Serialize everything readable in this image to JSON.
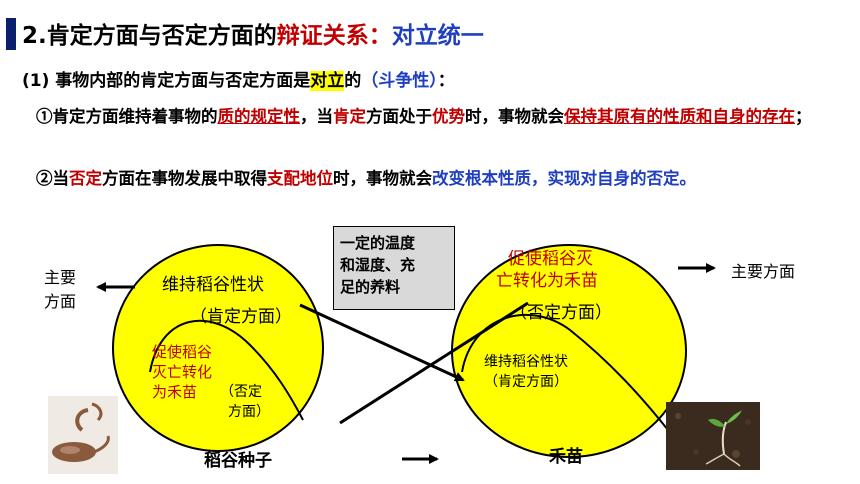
{
  "heading": {
    "number": "2.",
    "part1": "肯定方面与否定方面的",
    "part2": "辩证关系：",
    "part3": "对立统一"
  },
  "subheading": {
    "prefix": "(1) 事物内部的肯定方面与否定方面是",
    "highlight": "对立",
    "mid": "的",
    "paren": "（斗争性）",
    "colon": "："
  },
  "point1": {
    "a": "①肯定方面维持着事物的",
    "b": "质的规定性",
    "c": "，当",
    "d": "肯定",
    "e": "方面处于",
    "f": "优势",
    "g": "时，事物就会",
    "h": "保持其原有的性质和自身的存在",
    "i": "；"
  },
  "point2": {
    "a": "②当",
    "b": "否定",
    "c": "方面在事物发展中取得",
    "d": "支配地位",
    "e": "时，事物就会",
    "f": "改变根本性质，实现对自身的否定。"
  },
  "diagram": {
    "left_outer_label_line1": "主要",
    "left_outer_label_line2": "方面",
    "left_circle_top_line1": "维持稻谷性状",
    "left_circle_top_line2": "（肯定方面）",
    "left_circle_inner_red_1": "促使稻谷",
    "left_circle_inner_red_2": "灭亡转化",
    "left_circle_inner_red_3": "为禾苗",
    "left_circle_inner_neg_1": "（否定",
    "left_circle_inner_neg_2": "方面）",
    "center_box_line1": "一定的温度",
    "center_box_line2": "和湿度、充",
    "center_box_line3": "足的养料",
    "right_circle_top_red_1": "促使稻谷灭",
    "right_circle_top_red_2": "亡转化为禾苗",
    "right_circle_top_neg": "（否定方面）",
    "right_circle_inner_1": "维持稻谷性状",
    "right_circle_inner_2": "（肯定方面）",
    "right_outer_label": "主要方面",
    "seed_label": "稻谷种子",
    "seedling_label": "禾苗"
  },
  "colors": {
    "red": "#c00000",
    "blue": "#1f3fbf",
    "yellow": "#ffff00"
  }
}
